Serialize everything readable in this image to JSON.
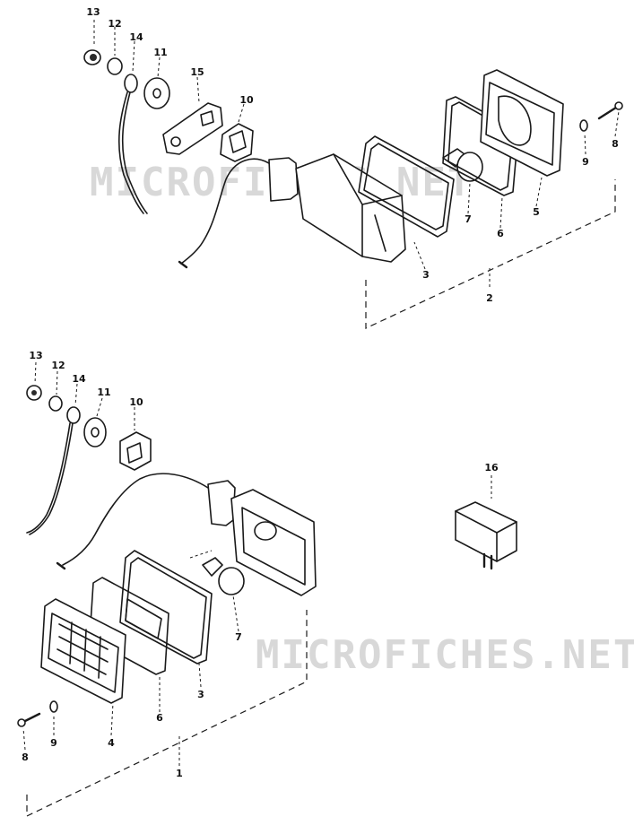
{
  "watermark": "MICROFICHES.NET",
  "upper_assembly": {
    "labels": [
      "13",
      "12",
      "14",
      "11",
      "15",
      "10",
      "3",
      "7",
      "6",
      "5",
      "9",
      "8",
      "2"
    ]
  },
  "lower_assembly": {
    "labels": [
      "13",
      "12",
      "14",
      "11",
      "10",
      "7",
      "3",
      "6",
      "4",
      "9",
      "8",
      "1"
    ]
  },
  "relay": {
    "label": "16"
  }
}
